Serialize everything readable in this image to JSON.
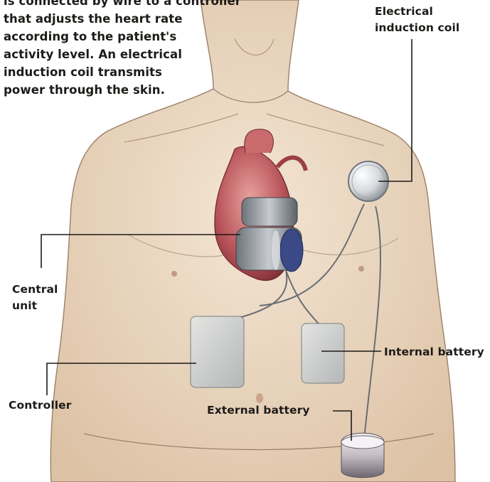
{
  "intro_lines": [
    "is connected by wire to a controller",
    "that adjusts the heart rate",
    "according to the patient's",
    "activity level. An electrical",
    "induction coil transmits",
    "power through the skin."
  ],
  "labels": {
    "coil": [
      "Electrical",
      "induction coil"
    ],
    "central_unit": [
      "Central",
      "unit"
    ],
    "internal_battery": "Internal battery",
    "controller": "Controller",
    "external_battery": "External battery"
  },
  "colors": {
    "skin": "#e9d6c0",
    "sketch": "#9b7f68",
    "heart": "#b8545a",
    "device_metal": "#9aa0aa",
    "leader": "#1d1b18"
  }
}
